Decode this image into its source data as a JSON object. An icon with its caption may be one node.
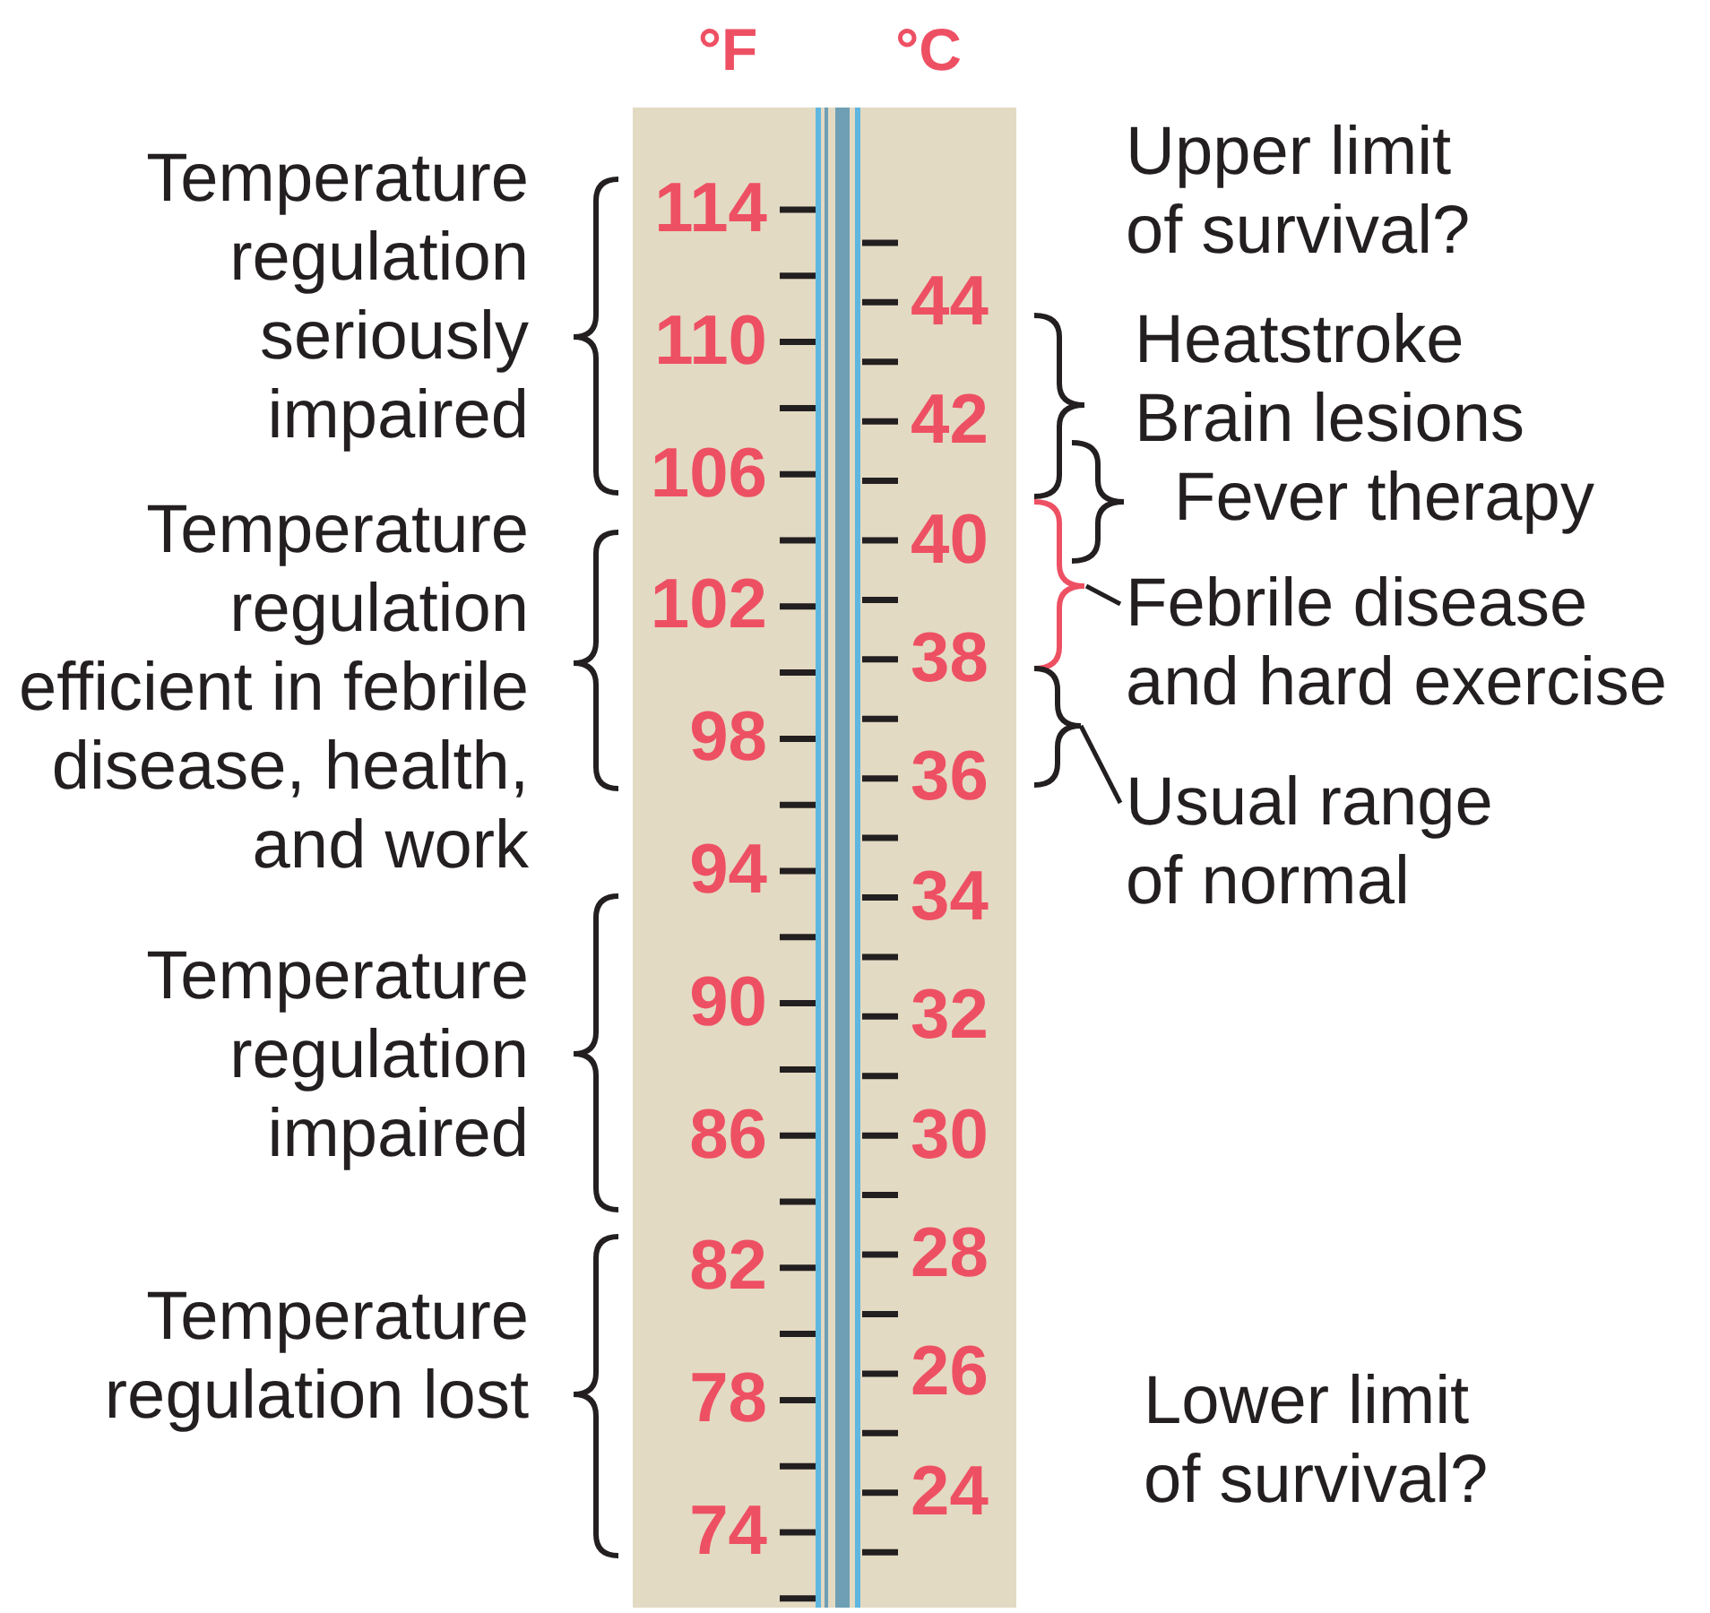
{
  "diagram": {
    "nodes": [
      {
        "text": [
          "Febrile disease and hard exercise"
        ]
      },
      {
        "text": [
          "Usual range of normal"
        ]
      },
      {
        "text": [],
        "shape": "bracket"
      },
      {
        "text": [],
        "shape": "bracket"
      }
    ],
    "edges": [
      {
        "from": 0,
        "to": 2,
        "arrow": "none"
      },
      {
        "from": 1,
        "to": 3,
        "arrow": "none"
      }
    ],
    "labels": [
      "°F",
      "°C",
      "Temperature regulation seriously impaired",
      "Upper limit of survival?",
      "Heatstroke",
      "Brain lesions",
      "Fever therapy",
      "Temperature regulation efficient in febrile disease, health, and work",
      "Temperature regulation impaired",
      "Temperature regulation lost",
      "Lower limit of survival?",
      "114",
      "110",
      "106",
      "102",
      "98",
      "94",
      "90",
      "86",
      "82",
      "78",
      "74",
      "44",
      "42",
      "40",
      "38",
      "36",
      "34",
      "32",
      "30",
      "28",
      "26",
      "24"
    ]
  }
}
